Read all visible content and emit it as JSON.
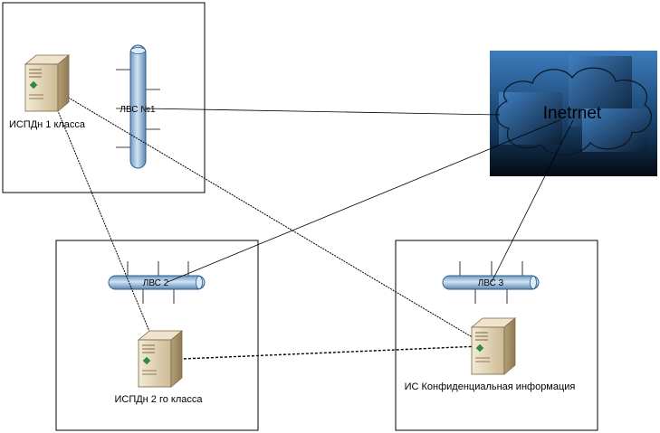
{
  "nodes": {
    "ispdn1": {
      "label": "ИСПДн 1 класса"
    },
    "ispdn2": {
      "label": "ИСПДн 2 го класса"
    },
    "is_conf": {
      "label": "ИС Конфиденциальная информация"
    }
  },
  "networks": {
    "lan1": {
      "label": "ЛВС №1"
    },
    "lan2": {
      "label": "ЛВС 2"
    },
    "lan3": {
      "label": "ЛВС 3"
    }
  },
  "internet": {
    "label": "Inetrnet",
    "fill": "#1f5a94"
  },
  "colors": {
    "pipe": "#9ec3e4",
    "pipe_stroke": "#2f5f8a",
    "server": "#d9c8a4"
  }
}
